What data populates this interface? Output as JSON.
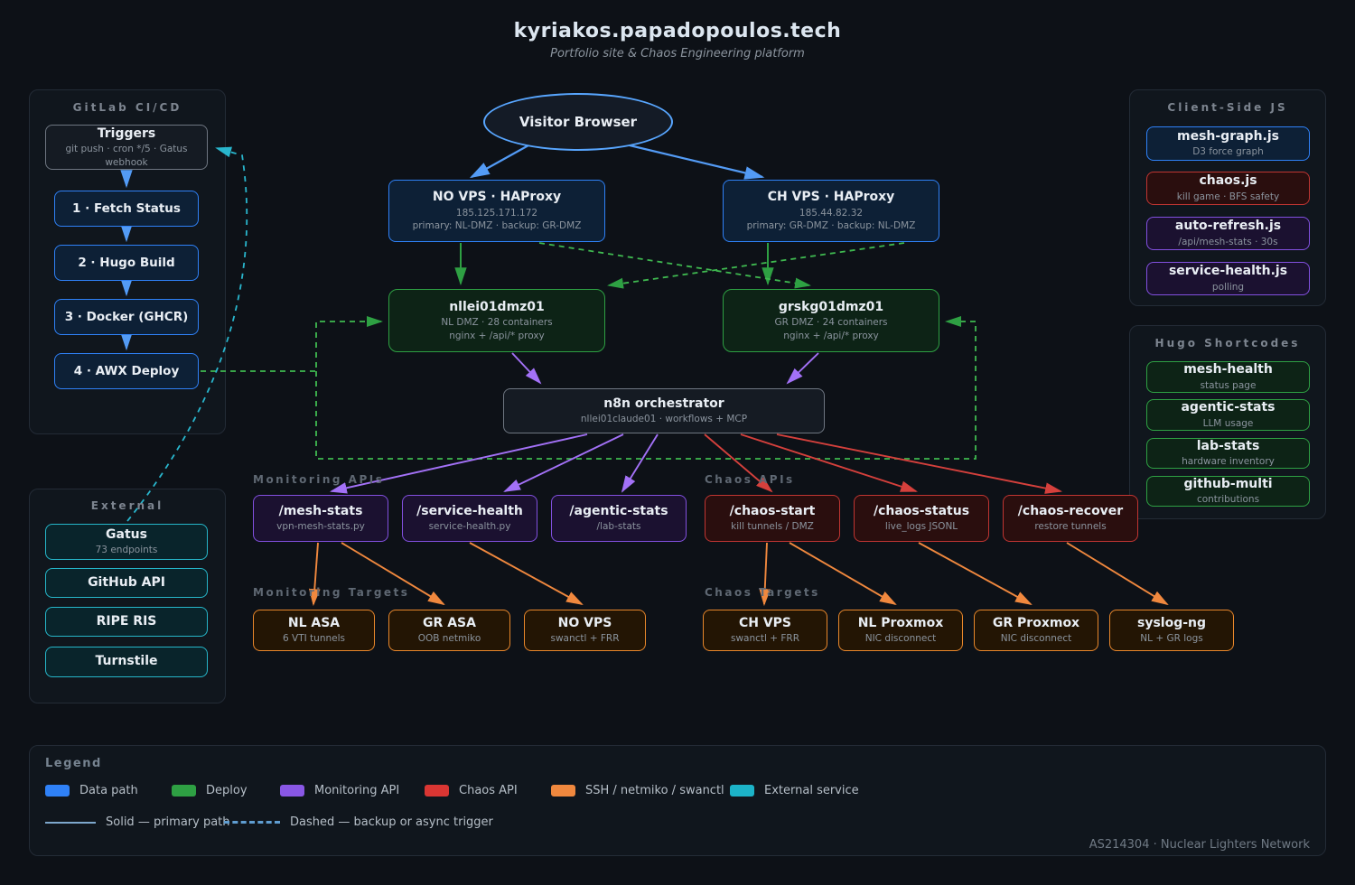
{
  "header": {
    "title": "kyriakos.papadopoulos.tech",
    "subtitle": "Portfolio site & Chaos Engineering platform"
  },
  "panels": {
    "gitlab": {
      "title": "GitLab CI/CD",
      "triggers": {
        "title": "Triggers",
        "sub": "git push · cron */5 · Gatus webhook"
      },
      "steps": [
        "1 · Fetch Status",
        "2 · Hugo Build",
        "3 · Docker (GHCR)",
        "4 · AWX Deploy"
      ]
    },
    "external": {
      "title": "External",
      "items": [
        {
          "label": "Gatus",
          "sub": "73 endpoints"
        },
        {
          "label": "GitHub API"
        },
        {
          "label": "RIPE RIS"
        },
        {
          "label": "Turnstile"
        }
      ]
    },
    "client_js": {
      "title": "Client-Side JS",
      "items": [
        {
          "label": "mesh-graph.js",
          "sub": "D3 force graph",
          "color": "#2f81f7"
        },
        {
          "label": "chaos.js",
          "sub": "kill game · BFS safety",
          "color": "#c03532"
        },
        {
          "label": "auto-refresh.js",
          "sub": "/api/mesh-stats · 30s",
          "color": "#8250df"
        },
        {
          "label": "service-health.js",
          "sub": "polling",
          "color": "#8250df"
        }
      ]
    },
    "hugo": {
      "title": "Hugo Shortcodes",
      "items": [
        {
          "label": "mesh-health",
          "sub": "status page"
        },
        {
          "label": "agentic-stats",
          "sub": "LLM usage"
        },
        {
          "label": "lab-stats",
          "sub": "hardware inventory"
        },
        {
          "label": "github-multi",
          "sub": "contributions"
        }
      ]
    }
  },
  "nodes": {
    "visitor": {
      "label": "Visitor Browser"
    },
    "no_vps": {
      "title": "NO VPS · HAProxy",
      "line2": "185.125.171.172",
      "line3": "primary: NL-DMZ · backup: GR-DMZ"
    },
    "ch_vps": {
      "title": "CH VPS · HAProxy",
      "line2": "185.44.82.32",
      "line3": "primary: GR-DMZ · backup: NL-DMZ"
    },
    "nl_dmz": {
      "title": "nllei01dmz01",
      "line2": "NL DMZ · 28 containers",
      "line3": "nginx + /api/* proxy"
    },
    "gr_dmz": {
      "title": "grskg01dmz01",
      "line2": "GR DMZ · 24 containers",
      "line3": "nginx + /api/* proxy"
    },
    "n8n": {
      "title": "n8n orchestrator",
      "line2": "nllei01claude01 · workflows + MCP"
    }
  },
  "sections": {
    "monitoring_apis": {
      "label": "Monitoring APIs",
      "items": [
        {
          "title": "/mesh-stats",
          "sub": "vpn-mesh-stats.py"
        },
        {
          "title": "/service-health",
          "sub": "service-health.py"
        },
        {
          "title": "/agentic-stats",
          "sub": "/lab-stats"
        }
      ]
    },
    "chaos_apis": {
      "label": "Chaos APIs",
      "items": [
        {
          "title": "/chaos-start",
          "sub": "kill tunnels / DMZ"
        },
        {
          "title": "/chaos-status",
          "sub": "live_logs JSONL"
        },
        {
          "title": "/chaos-recover",
          "sub": "restore tunnels"
        }
      ]
    },
    "monitoring_targets": {
      "label": "Monitoring Targets",
      "items": [
        {
          "title": "NL ASA",
          "sub": "6 VTI tunnels"
        },
        {
          "title": "GR ASA",
          "sub": "OOB netmiko"
        },
        {
          "title": "NO VPS",
          "sub": "swanctl + FRR"
        }
      ]
    },
    "chaos_targets": {
      "label": "Chaos Targets",
      "items": [
        {
          "title": "CH VPS",
          "sub": "swanctl + FRR"
        },
        {
          "title": "NL Proxmox",
          "sub": "NIC disconnect"
        },
        {
          "title": "GR Proxmox",
          "sub": "NIC disconnect"
        },
        {
          "title": "syslog-ng",
          "sub": "NL + GR logs"
        }
      ]
    }
  },
  "legend": {
    "title": "Legend",
    "swatches": [
      {
        "label": "Data path",
        "color": "#2f81f7"
      },
      {
        "label": "Deploy",
        "color": "#2ea043"
      },
      {
        "label": "Monitoring API",
        "color": "#8957e5"
      },
      {
        "label": "Chaos API",
        "color": "#da3633"
      },
      {
        "label": "SSH / netmiko / swanctl",
        "color": "#f0883e"
      },
      {
        "label": "External service",
        "color": "#1cb3c8"
      }
    ],
    "line_styles": [
      {
        "label": "Solid — primary path"
      },
      {
        "label": "Dashed — backup or async trigger"
      }
    ]
  },
  "footer": {
    "text": "AS214304 · Nuclear Lighters Network"
  }
}
